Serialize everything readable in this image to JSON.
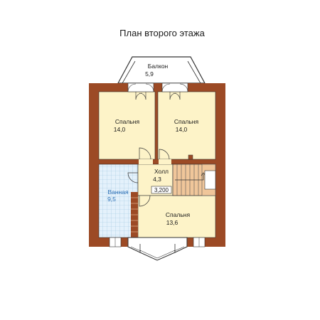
{
  "title": "План второго этажа",
  "colors": {
    "wall": "#9c4a25",
    "room_fill": "#fdf3c8",
    "bath_fill": "#e4f1fb",
    "bath_grid": "#9fc4e0",
    "bath_label": "#2a6fb5",
    "stairs_fill": "#f0c69a",
    "line": "#333333"
  },
  "rooms": {
    "balcony": {
      "name": "Балкон",
      "area": "5,9"
    },
    "bedroom_1": {
      "name": "Спальня",
      "area": "14,0"
    },
    "bedroom_2": {
      "name": "Спальня",
      "area": "14,0"
    },
    "hall": {
      "name": "Холл",
      "area": "4,3"
    },
    "bathroom": {
      "name": "Ванная",
      "area": "9,5"
    },
    "bedroom_3": {
      "name": "Спальня",
      "area": "13,6"
    }
  },
  "dimension": "3,200"
}
